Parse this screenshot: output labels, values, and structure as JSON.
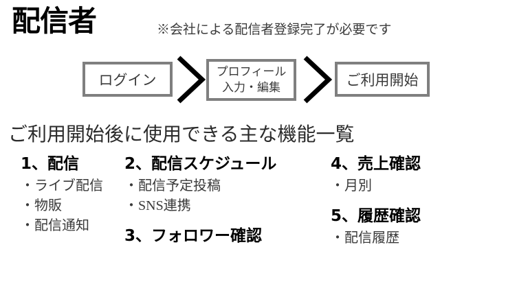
{
  "slide": {
    "title": "配信者",
    "header_note": "※会社による配信者登録完了が必要です",
    "section_heading": "ご利用開始後に使用できる主な機能一覧"
  },
  "flow": {
    "steps": [
      {
        "label": "ログイン"
      },
      {
        "line1": "プロフィール",
        "line2": "入力・編集"
      },
      {
        "label": "ご利用開始"
      }
    ],
    "separator_icon": "chevron-right-icon",
    "box_border_color": "#7f7f7f",
    "chevron_color": "#000000"
  },
  "features": {
    "columns": [
      {
        "groups": [
          {
            "heading": "1、配信",
            "items": [
              "・ライブ配信",
              "・物販",
              "・配信通知"
            ]
          }
        ]
      },
      {
        "groups": [
          {
            "heading": "2、配信スケジュール",
            "items": [
              "・配信予定投稿",
              "・SNS連携"
            ]
          },
          {
            "heading": "3、フォロワー確認",
            "items": []
          }
        ]
      },
      {
        "groups": [
          {
            "heading": "4、売上確認",
            "items": [
              "・月別"
            ]
          },
          {
            "heading": "5、履歴確認",
            "items": [
              "・配信履歴"
            ]
          }
        ]
      }
    ]
  }
}
